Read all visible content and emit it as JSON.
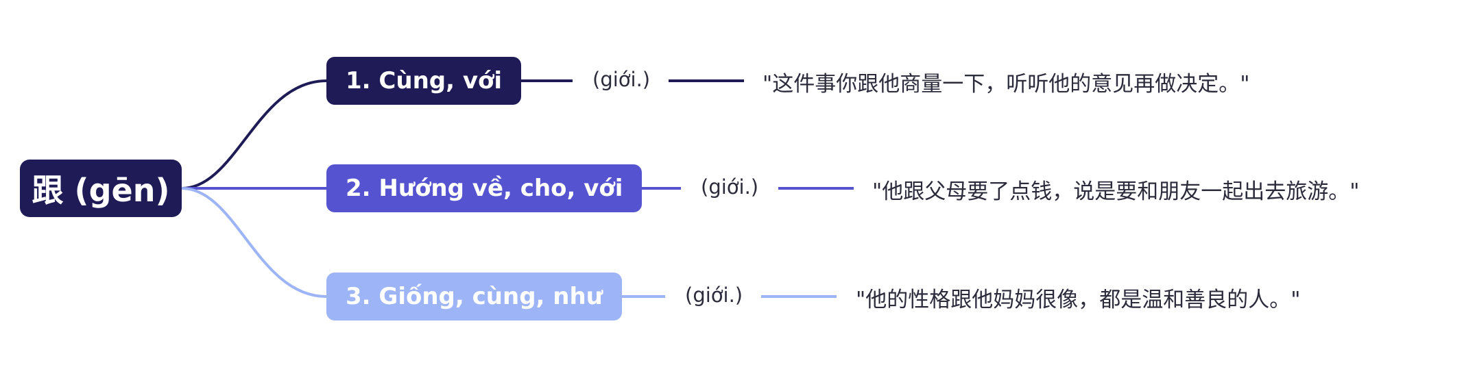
{
  "colors": {
    "root": "#1e1b57",
    "branch1": "#1e1b57",
    "branch2": "#5553d0",
    "branch3": "#9db4f7",
    "text": "#2b2b3c"
  },
  "root": {
    "label": "跟 (gēn)"
  },
  "branches": [
    {
      "label": "1. Cùng, với",
      "tag": "(giới.)",
      "example": "\"这件事你跟他商量一下，听听他的意见再做决定。\""
    },
    {
      "label": "2. Hướng về, cho, với",
      "tag": "(giới.)",
      "example": "\"他跟父母要了点钱，说是要和朋友一起出去旅游。\""
    },
    {
      "label": "3. Giống, cùng, như",
      "tag": "(giới.)",
      "example": "\"他的性格跟他妈妈很像，都是温和善良的人。\""
    }
  ]
}
